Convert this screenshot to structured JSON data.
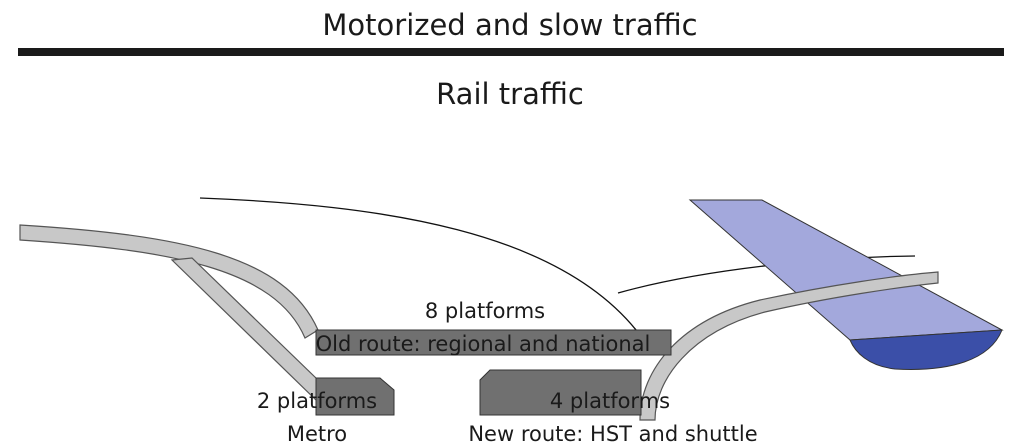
{
  "header": {
    "top_label": "Motorized and slow traffic",
    "rail_label": "Rail traffic"
  },
  "platforms": {
    "main_count": "8 platforms",
    "old_route": "Old route: regional and national",
    "metro_count": "2 platforms",
    "metro_label": "Metro",
    "new_count": "4 platforms",
    "new_route": "New route: HST and shuttle"
  },
  "colors": {
    "track_fill": "#c8c8c8",
    "track_stroke": "#555555",
    "platform_fill": "#707070",
    "water_light": "#a3a8dc",
    "water_dark": "#3b4fa8",
    "divider": "#1a1a1a"
  }
}
